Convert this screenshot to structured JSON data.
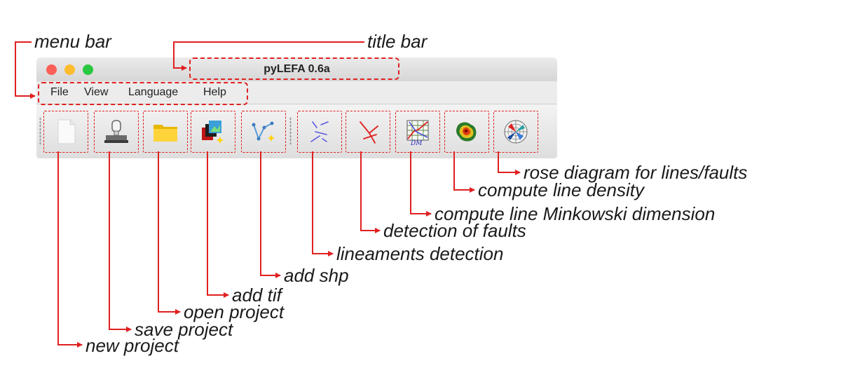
{
  "window": {
    "title": "pyLEFA 0.6a",
    "menu": [
      "File",
      "View",
      "Language",
      "Help"
    ]
  },
  "toolbar": {
    "buttons": [
      {
        "icon": "new-document-icon"
      },
      {
        "icon": "stamp-save-icon"
      },
      {
        "icon": "folder-icon"
      },
      {
        "icon": "add-raster-icon"
      },
      {
        "icon": "add-shapefile-icon"
      },
      {
        "icon": "lineaments-icon"
      },
      {
        "icon": "faults-icon"
      },
      {
        "icon": "minkowski-grid-icon",
        "text": "DM"
      },
      {
        "icon": "density-map-icon"
      },
      {
        "icon": "rose-diagram-icon"
      }
    ]
  },
  "labels": {
    "menu_bar": "menu bar",
    "title_bar": "title bar",
    "new_project": "new project",
    "save_project": "save project",
    "open_project": "open project",
    "add_tif": "add tif",
    "add_shp": "add shp",
    "lineaments_detection": "lineaments detection",
    "detection_of_faults": "detection of faults",
    "compute_minkowski": "compute line Minkowski dimension",
    "compute_density": "compute line density",
    "rose_diagram": "rose diagram for lines/faults"
  },
  "colors": {
    "annotation": "#e02020",
    "close": "#fc5f57",
    "minimize": "#fdbc2e",
    "zoom": "#28c840",
    "folder": "#ffd43b"
  }
}
